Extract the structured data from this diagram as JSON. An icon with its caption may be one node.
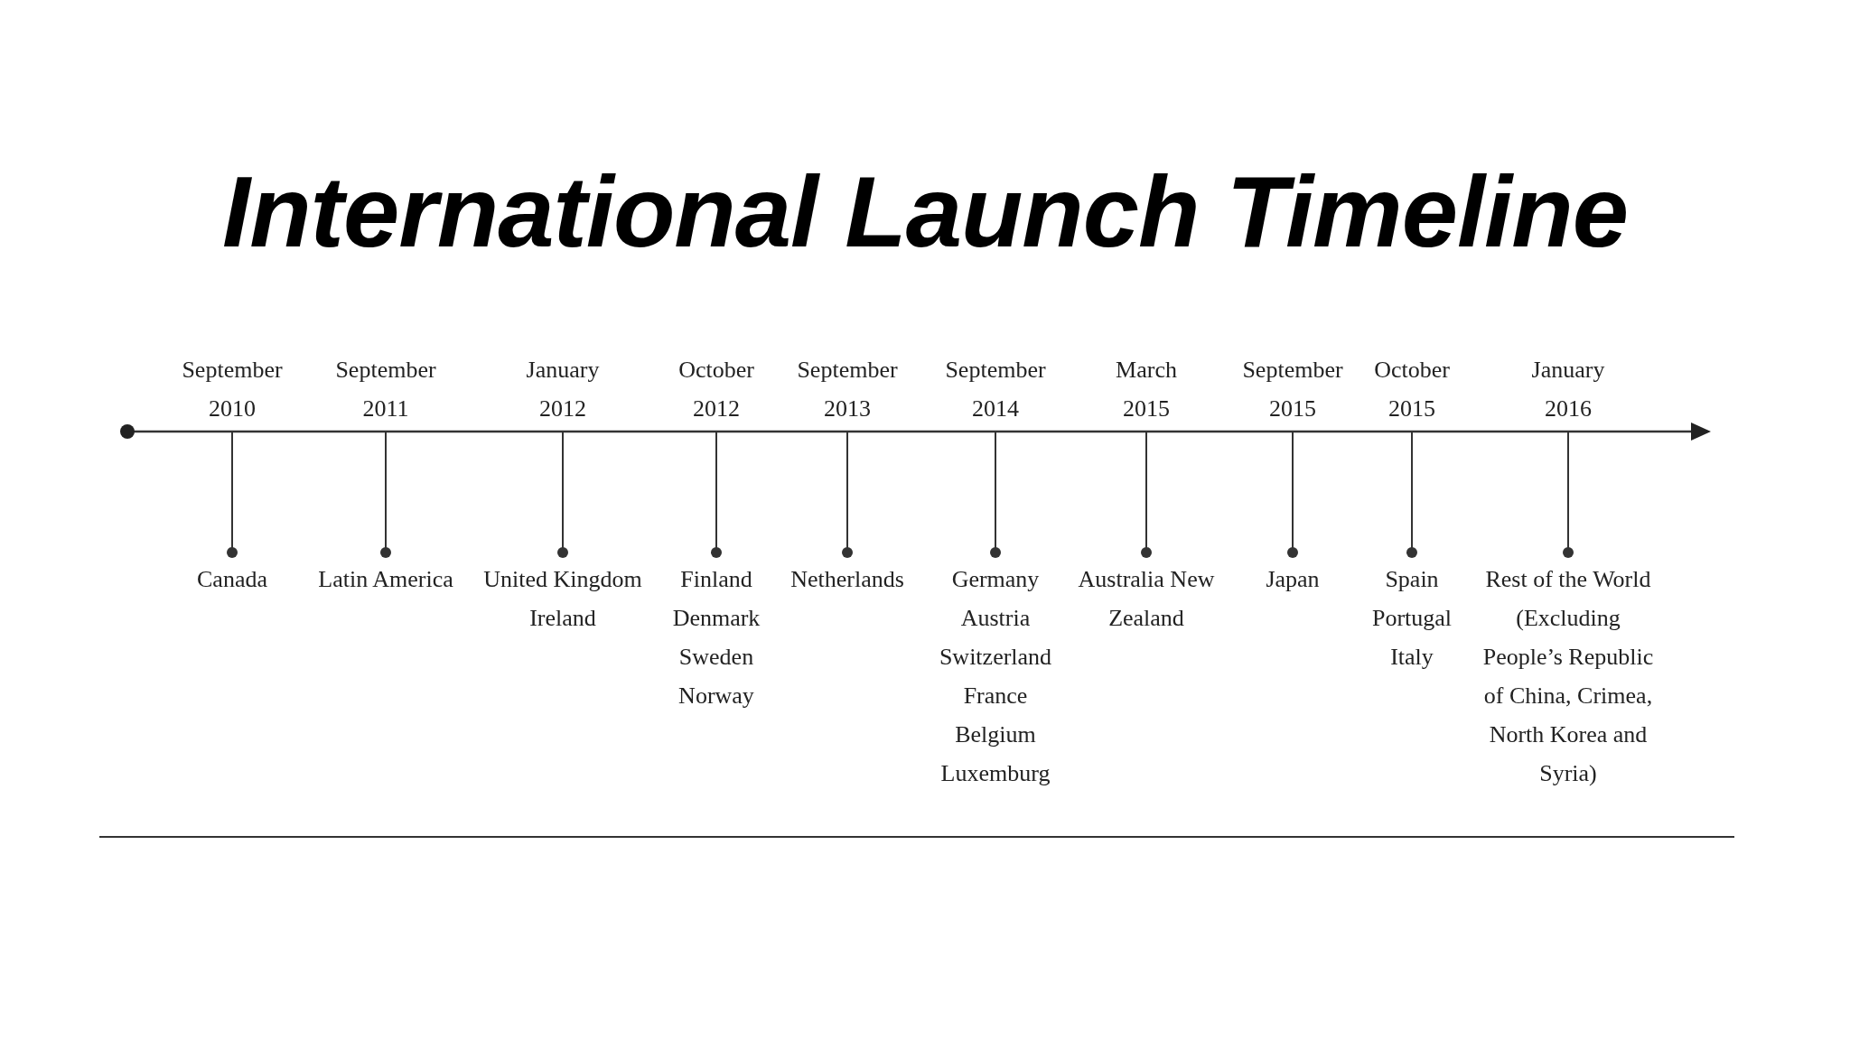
{
  "diagram": {
    "title": "International Launch Timeline",
    "nodes": [
      {
        "text": [
          "September 2010"
        ]
      },
      {
        "text": [
          "September 2011"
        ]
      },
      {
        "text": [
          "January 2012"
        ]
      },
      {
        "text": [
          "October 2012"
        ]
      },
      {
        "text": [
          "September 2013"
        ]
      },
      {
        "text": [
          "September 2014"
        ]
      },
      {
        "text": [
          "March 2015"
        ]
      },
      {
        "text": [
          "September 2015"
        ]
      },
      {
        "text": [
          "October 2015"
        ]
      },
      {
        "text": [
          "January 2016"
        ]
      },
      {
        "text": [
          "Canada"
        ]
      },
      {
        "text": [
          "Latin America"
        ]
      },
      {
        "text": [
          "United Kingdom Ireland"
        ]
      },
      {
        "text": [
          "Finland Denmark Sweden Norway"
        ]
      },
      {
        "text": [
          "Netherlands"
        ]
      },
      {
        "text": [
          "Germany Austria Switzerland France Belgium Luxemburg"
        ]
      },
      {
        "text": [
          "Australia New Zealand"
        ]
      },
      {
        "text": [
          "Japan"
        ]
      },
      {
        "text": [
          "Spain Portugal Italy"
        ]
      },
      {
        "text": [
          "Rest of the World (Excluding People’s Republic of China, Crimea, North Korea and Syria)"
        ]
      }
    ],
    "edges": [
      {
        "from": 0,
        "to": 10,
        "arrow": "other"
      },
      {
        "from": 1,
        "to": 11,
        "arrow": "other"
      },
      {
        "from": 2,
        "to": 12,
        "arrow": "other"
      },
      {
        "from": 3,
        "to": 13,
        "arrow": "other"
      },
      {
        "from": 4,
        "to": 14,
        "arrow": "other"
      },
      {
        "from": 5,
        "to": 15,
        "arrow": "other"
      },
      {
        "from": 6,
        "to": 16,
        "arrow": "other"
      },
      {
        "from": 7,
        "to": 17,
        "arrow": "other"
      },
      {
        "from": 8,
        "to": 18,
        "arrow": "other"
      },
      {
        "from": 9,
        "to": 19,
        "arrow": "other"
      }
    ]
  }
}
